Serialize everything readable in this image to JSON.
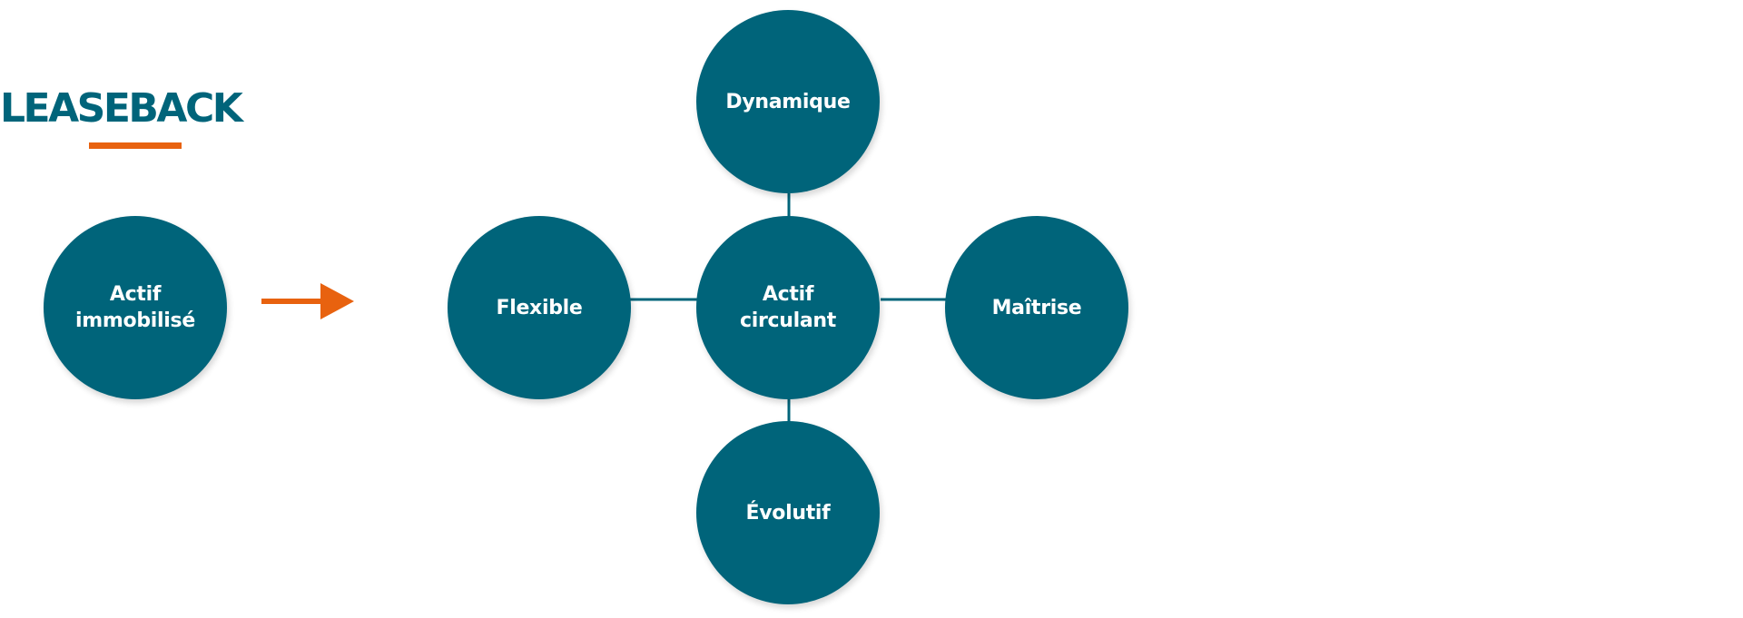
{
  "title": "LEASEBACK",
  "colors": {
    "primary": "#00647a",
    "accent": "#e8620f",
    "text_on_node": "#ffffff",
    "background": "#ffffff"
  },
  "source_node": {
    "label": "Actif\nimmobilisé"
  },
  "transition_icon": "arrow-right-icon",
  "hub": {
    "center": {
      "label": "Actif\ncirculant"
    },
    "top": {
      "label": "Dynamique"
    },
    "left": {
      "label": "Flexible"
    },
    "right": {
      "label": "Maîtrise"
    },
    "bottom": {
      "label": "Évolutif"
    }
  }
}
